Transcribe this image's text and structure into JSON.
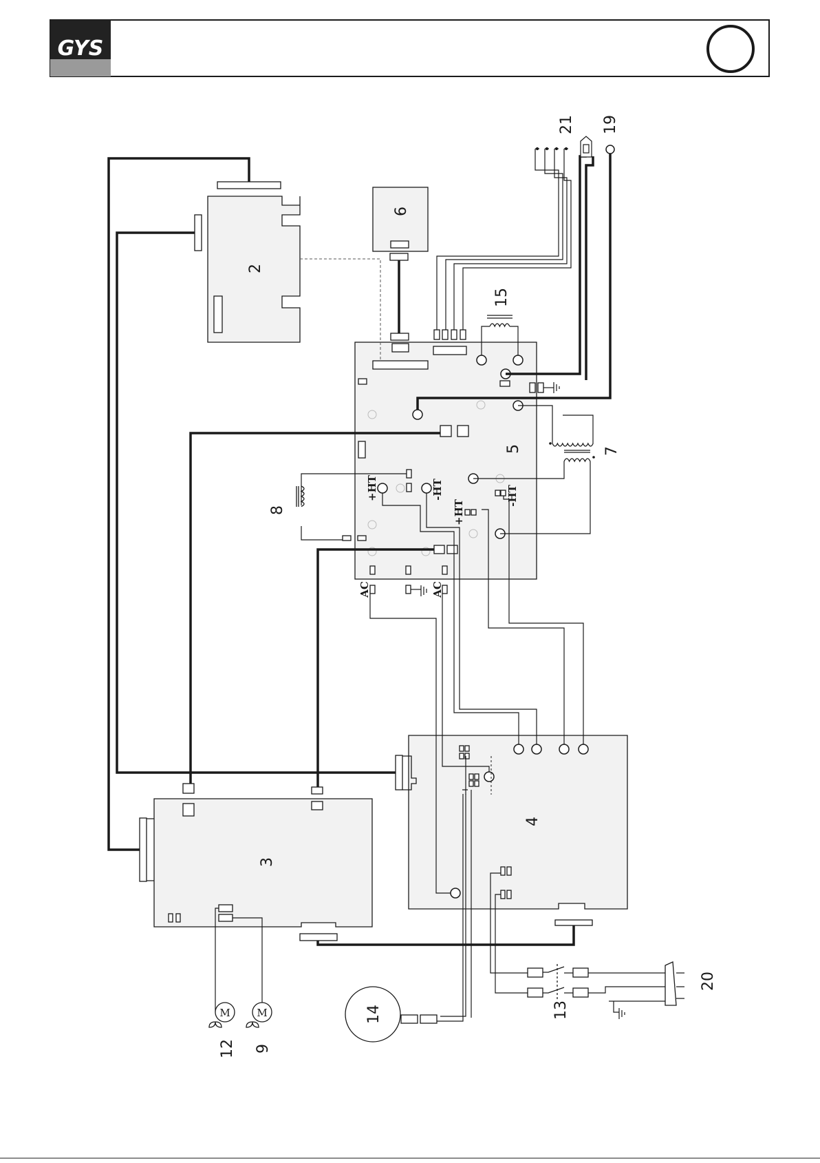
{
  "header": {
    "logo_text": "GYS"
  },
  "colors": {
    "board_fill": "#f2f2f2",
    "line": "#1a1a1a",
    "logo_bg": "#222222",
    "logo_band": "#9a9a9a"
  },
  "labels": {
    "pcb_2": "2",
    "pcb_3": "3",
    "pcb_4": "4",
    "pcb_5": "5",
    "pcb_6": "6",
    "transformer_7": "7",
    "inductor_8": "8",
    "fan_9": "9",
    "fan_12": "12",
    "switch_13": "13",
    "motor_14": "14",
    "inductor_15": "15",
    "terminal_19": "19",
    "plug_20": "20",
    "connector_21": "21",
    "plus_ht": "+HT",
    "minus_ht": "-HT",
    "ac": "AC",
    "motor_symbol": "M"
  }
}
